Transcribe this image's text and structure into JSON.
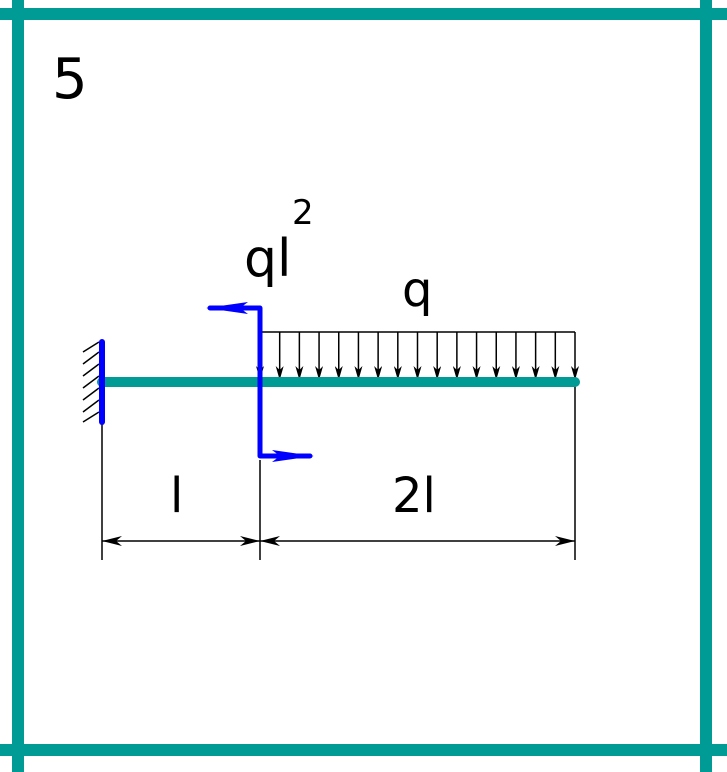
{
  "problem_number": "5",
  "labels": {
    "moment": "ql",
    "moment_exponent": "2",
    "distributed_load": "q",
    "span_left": "l",
    "span_right": "2l"
  },
  "colors": {
    "frame": "#009b94",
    "beam": "#009b94",
    "support": "#0000ff",
    "moment": "#0000ff",
    "lines": "#000000"
  },
  "load_arrow_count": 17
}
